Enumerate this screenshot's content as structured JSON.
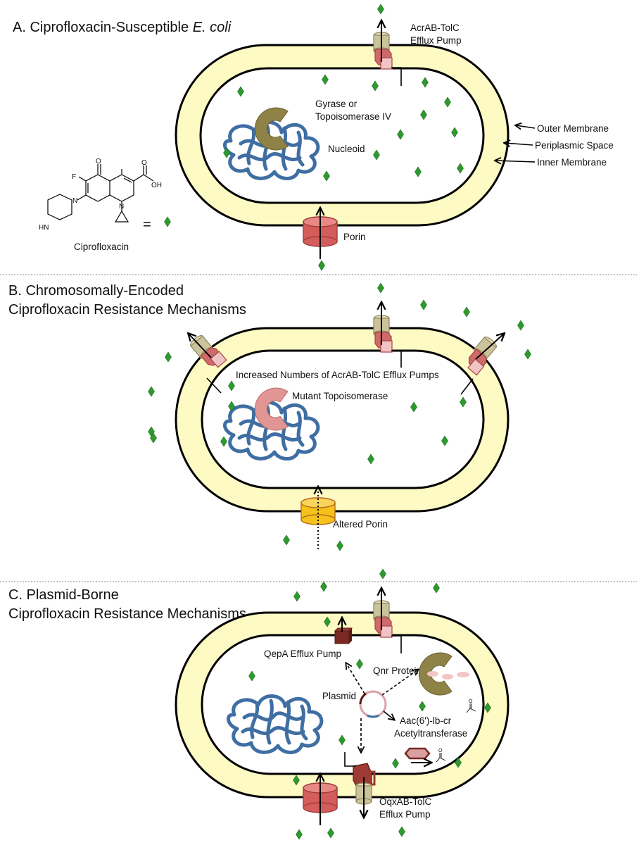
{
  "panels": {
    "a": {
      "title_prefix": "A. Ciprofloxacin-Susceptible ",
      "title_italic": "E. coli",
      "acrab_line1": "AcrAB-TolC",
      "acrab_line2": "Efflux Pump",
      "gyrase_line1": "Gyrase or",
      "gyrase_line2": "Topoisomerase IV",
      "nucleoid": "Nucleoid",
      "outer_membrane": "Outer Membrane",
      "periplasmic_space": "Periplasmic Space",
      "inner_membrane": "Inner Membrane",
      "porin": "Porin"
    },
    "b": {
      "title_line1": "B. Chromosomally-Encoded",
      "title_line2": "Ciprofloxacin Resistance Mechanisms",
      "increased_pumps": "Increased Numbers of AcrAB-TolC Efflux Pumps",
      "mutant_topo": "Mutant Topoisomerase",
      "altered_porin": "Altered Porin"
    },
    "c": {
      "title_line1": "C. Plasmid-Borne",
      "title_line2": "Ciprofloxacin Resistance Mechanisms",
      "qepa": "QepA Efflux Pump",
      "qnr": "Qnr Protein",
      "plasmid": "Plasmid",
      "aac_line1": "Aac(6')-lb-cr",
      "aac_line2": "Acetyltransferase",
      "oqxab_line1": "OqxAB-TolC",
      "oqxab_line2": "Efflux Pump"
    }
  },
  "legend": {
    "molecule_name": "Ciprofloxacin",
    "equals": "=",
    "atom_o": "O",
    "atom_oh": "OH",
    "atom_f": "F",
    "atom_n": "N",
    "atom_hn": "HN"
  },
  "colors": {
    "periplasm_fill": "#fefac4",
    "membrane_stroke": "#000000",
    "drug_diamond": "#2e9a2e",
    "nucleoid_blue": "#3f6ea3",
    "gyrase_olive": "#8f8247",
    "mutant_pink": "#e29595",
    "porin_red": "#d35d5a",
    "altered_porin_yellow": "#f5c21b",
    "pump_tan": "#cbc39a",
    "pump_red": "#cf6a6a",
    "qepa_brown": "#7a2a22"
  }
}
